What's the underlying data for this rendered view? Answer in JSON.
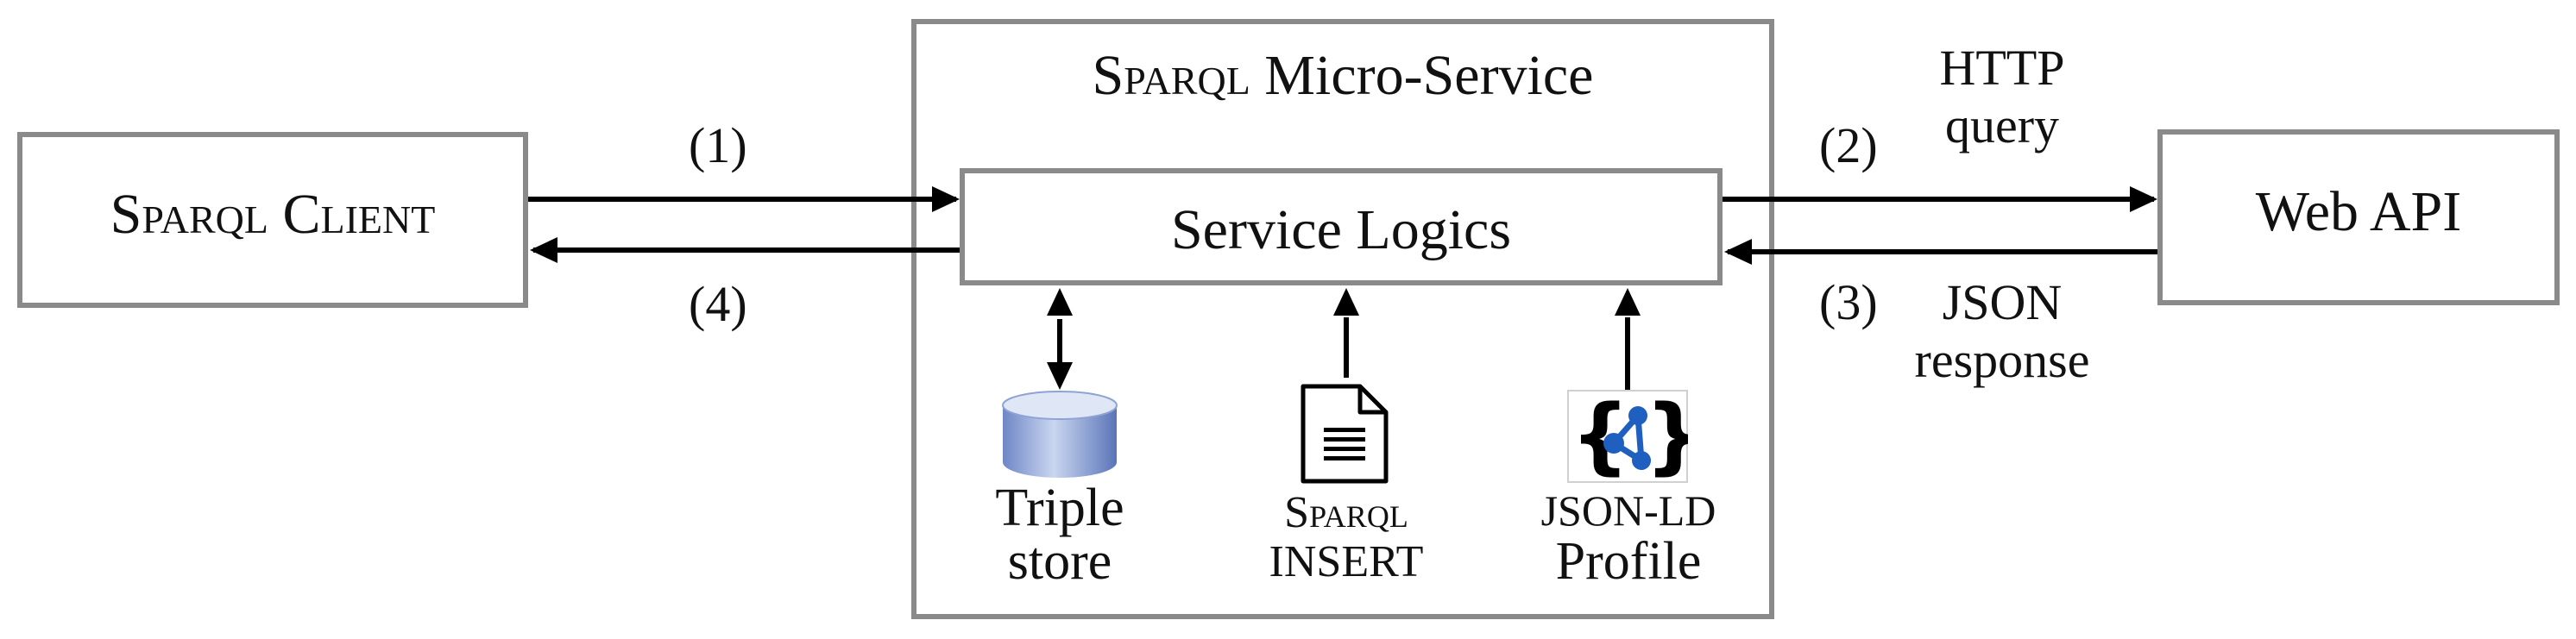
{
  "client": {
    "label": "Sparql Client"
  },
  "micro_service": {
    "title_prefix": "Sparql",
    "title_suffix": " Micro-Service"
  },
  "service_logics": {
    "label": "Service Logics"
  },
  "web_api": {
    "label": "Web API"
  },
  "arrows": {
    "step1": "(1)",
    "step2": "(2)",
    "step3": "(3)",
    "step4": "(4)",
    "http_line1": "HTTP",
    "http_line2": "query",
    "json_line1": "JSON",
    "json_line2": "response"
  },
  "components": [
    {
      "line1": "Triple",
      "line2": "store",
      "icon": "database-icon"
    },
    {
      "line1": "Sparql",
      "line2": "INSERT",
      "icon": "document-icon"
    },
    {
      "line1": "JSON-LD",
      "line2": "Profile",
      "icon": "json-ld-icon"
    }
  ],
  "colors": {
    "border": "#8a8a8a",
    "arrow": "#000000",
    "db_light": "#c9d6f0",
    "db_dark": "#5a74b8",
    "jsonld_blue": "#1f5fbf"
  }
}
